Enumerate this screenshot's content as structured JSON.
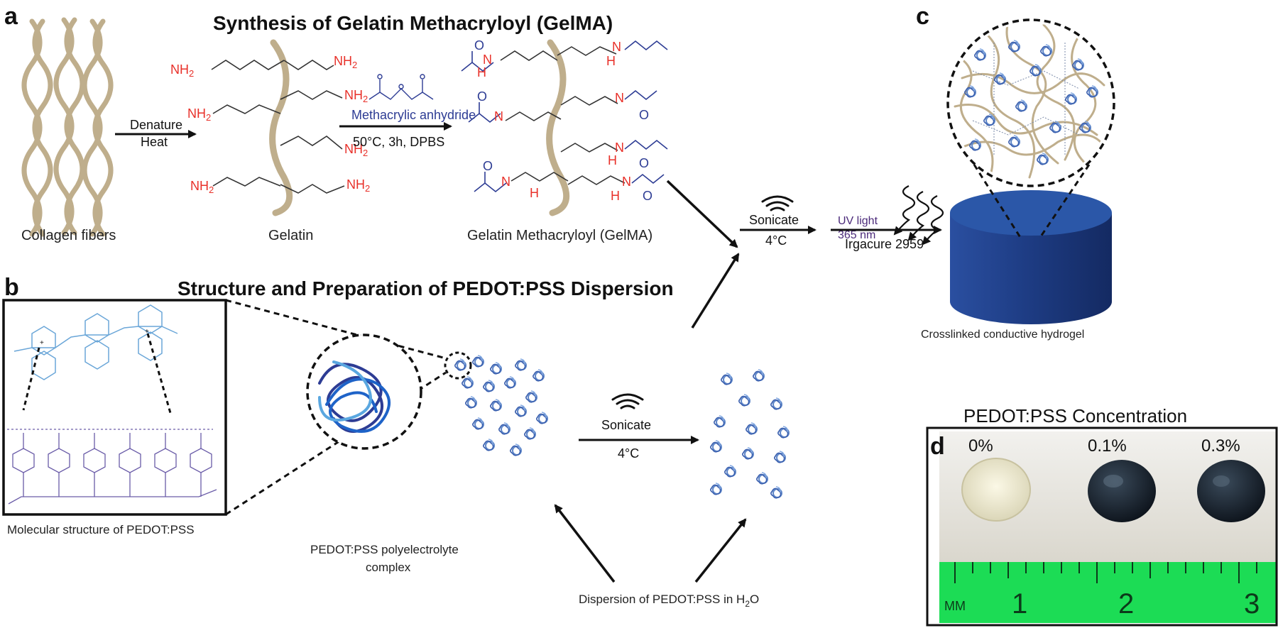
{
  "panels": {
    "a": {
      "letter": "a",
      "title": "Synthesis of Gelatin Methacryloyl (GelMA)",
      "collagen_label": "Collagen fibers",
      "gelatin_label": "Gelatin",
      "gelma_label": "Gelatin Methacryloyl (GelMA)",
      "denature_top": "Denature",
      "denature_bottom": "Heat",
      "reagent": "Methacrylic anhydride",
      "conditions": "50°C, 3h, DPBS",
      "amine": "NH",
      "amine_sub": "2",
      "amide_n": "N",
      "amide_h": "H",
      "carbonyl_o": "O"
    },
    "b": {
      "letter": "b",
      "title": "Structure and Preparation of PEDOT:PSS Dispersion",
      "molecular_label": "Molecular structure of PEDOT:PSS",
      "complex_label_line1": "PEDOT:PSS polyelectrolyte",
      "complex_label_line2": "complex",
      "dispersion_label": "Dispersion of PEDOT:PSS in H",
      "dispersion_sub": "2",
      "dispersion_tail": "O",
      "sonicate": "Sonicate",
      "temperature": "4°C"
    },
    "merge": {
      "sonicate": "Sonicate",
      "temperature": "4°C",
      "uv_line1": "UV light",
      "uv_line2": "365 nm",
      "initiator": "Irgacure 2959"
    },
    "c": {
      "letter": "c",
      "hydrogel_label": "Crosslinked conductive hydrogel"
    },
    "d": {
      "letter": "d",
      "title": "PEDOT:PSS Concentration",
      "samples": [
        "0%",
        "0.1%",
        "0.3%"
      ],
      "ruler_unit": "MM",
      "ruler_numbers": [
        "1",
        "2",
        "3"
      ]
    }
  },
  "colors": {
    "fiber": "#bfae8c",
    "chem_blue": "#2d3c94",
    "chem_red": "#e8312a",
    "pedot_light": "#6aa6d8",
    "pss_purple": "#6a5ca8",
    "cylinder": "#1f3f86",
    "ruler_green": "#1cdc55"
  }
}
